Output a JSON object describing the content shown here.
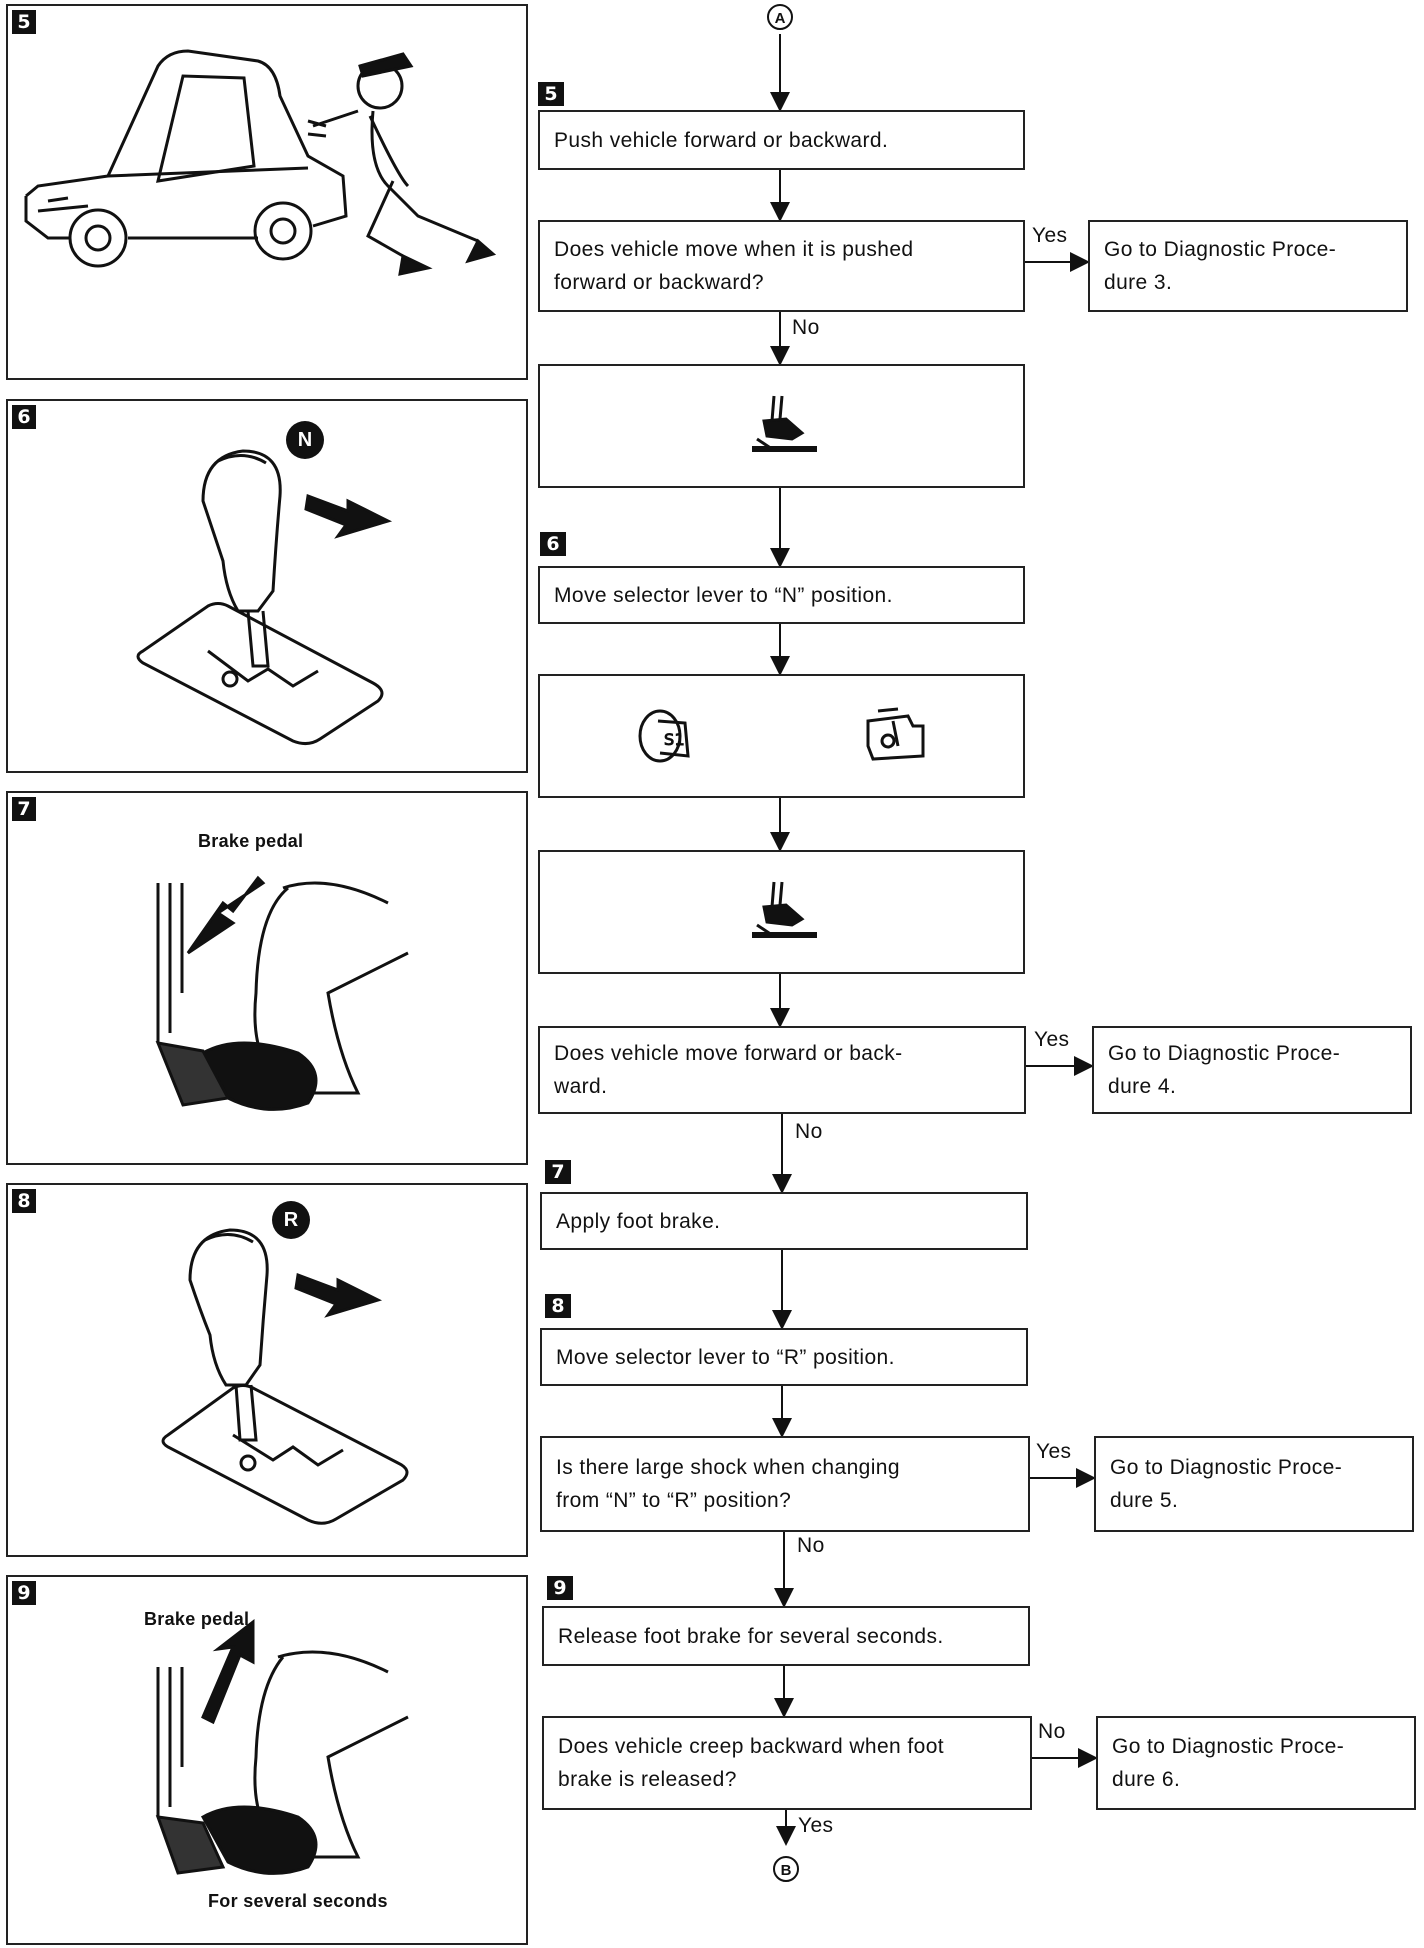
{
  "connectors": {
    "top": "A",
    "bottom": "B"
  },
  "panels": [
    {
      "tag": "5"
    },
    {
      "tag": "6",
      "position": "N"
    },
    {
      "tag": "7",
      "caption": "Brake pedal"
    },
    {
      "tag": "8",
      "position": "R"
    },
    {
      "tag": "9",
      "caption": "Brake pedal",
      "caption2": "For several seconds"
    }
  ],
  "flow": {
    "tags": [
      "5",
      "6",
      "7",
      "8",
      "9"
    ],
    "steps": {
      "push": "Push vehicle forward or backward.",
      "q_move_pushed_l1": "Does vehicle move when it is pushed",
      "q_move_pushed_l2": "forward or backward?",
      "move_n": "Move selector lever to “N” position.",
      "q_move_fb_l1": "Does vehicle move forward or back-",
      "q_move_fb_l2": "ward.",
      "apply_brake": "Apply foot brake.",
      "move_r": "Move selector lever to “R” position.",
      "q_shock_l1": "Is there large shock when changing",
      "q_shock_l2": "from “N” to “R” position?",
      "release_brake": "Release foot brake for several seconds.",
      "q_creep_l1": "Does vehicle creep backward when foot",
      "q_creep_l2": "brake is released?"
    },
    "results": {
      "proc3_l1": "Go to Diagnostic Proce-",
      "proc3_l2": "dure 3.",
      "proc4_l1": "Go to Diagnostic Proce-",
      "proc4_l2": "dure 4.",
      "proc5_l1": "Go to Diagnostic Proce-",
      "proc5_l2": "dure 5.",
      "proc6_l1": "Go to Diagnostic Proce-",
      "proc6_l2": "dure 6."
    },
    "branch_labels": {
      "yes1": "Yes",
      "no1": "No",
      "yes2": "Yes",
      "no2": "No",
      "yes3": "Yes",
      "no3": "No",
      "no4": "No",
      "yes4": "Yes"
    },
    "icons": [
      "brake-depress-icon",
      "ignition-key-icon",
      "engine-start-icon",
      "brake-depress-icon"
    ]
  }
}
